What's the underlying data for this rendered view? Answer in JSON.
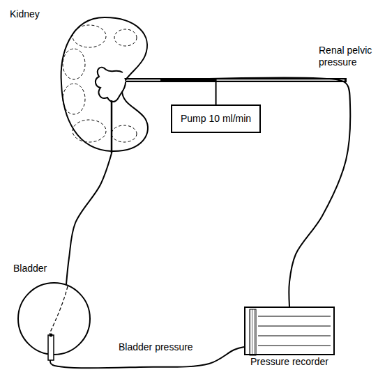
{
  "diagram": {
    "nodes": [
      {
        "text": [
          "Kidney"
        ]
      },
      {
        "text": [
          "Pump 10 ml/min"
        ]
      },
      {
        "text": [
          "Bladder"
        ]
      },
      {
        "text": [
          "Pressure recorder"
        ]
      }
    ],
    "edges": [
      {
        "from": 0,
        "to": 2,
        "arrow": "none"
      },
      {
        "from": 1,
        "to": 0,
        "arrow": "none"
      },
      {
        "from": 0,
        "to": 3,
        "label": "Renal pelvic pressure",
        "arrow": "none"
      },
      {
        "from": 2,
        "to": 3,
        "label": "Bladder pressure",
        "arrow": "none"
      }
    ]
  }
}
